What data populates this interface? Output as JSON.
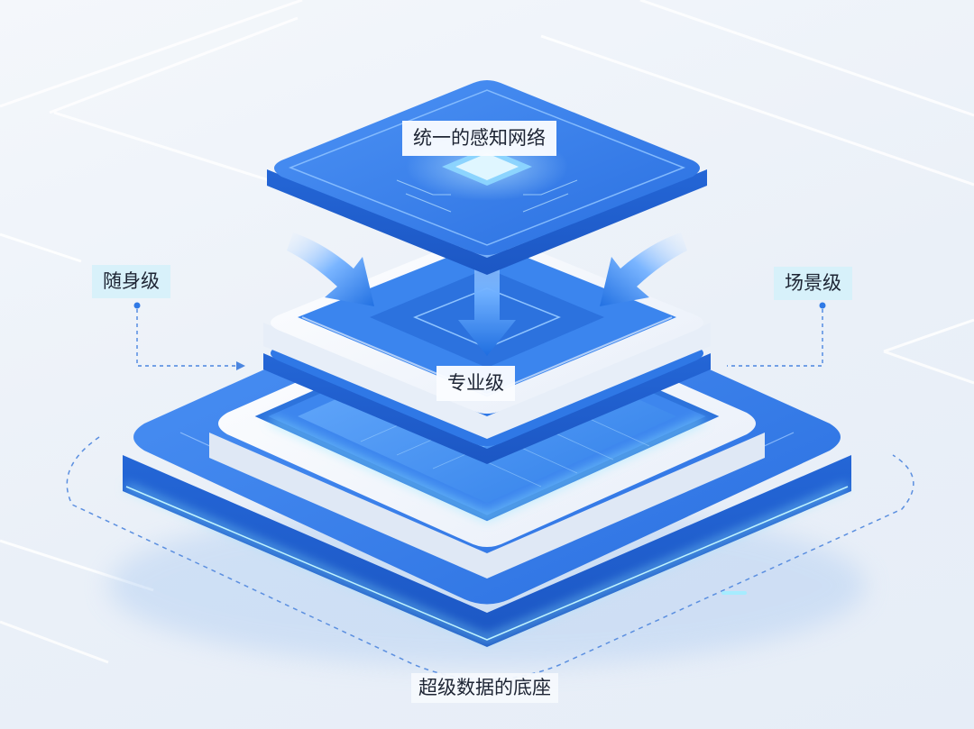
{
  "labels": {
    "top_layer": "统一的感知网络",
    "left": "随身级",
    "right": "场景级",
    "middle_layer": "专业级",
    "base_layer": "超级数据的底座"
  },
  "colors": {
    "primary_blue": "#2f79e6",
    "dark_blue": "#1f5fcf",
    "light_blue": "#5aa4ff",
    "glow_cyan": "#7fe3ff",
    "white_layer": "#f6f9fe",
    "label_bg": "#d6f0fa",
    "text": "#1d2433"
  },
  "icons": {
    "arrows": "down-arrow-icon",
    "connectors": "dashed-connector-icon"
  }
}
